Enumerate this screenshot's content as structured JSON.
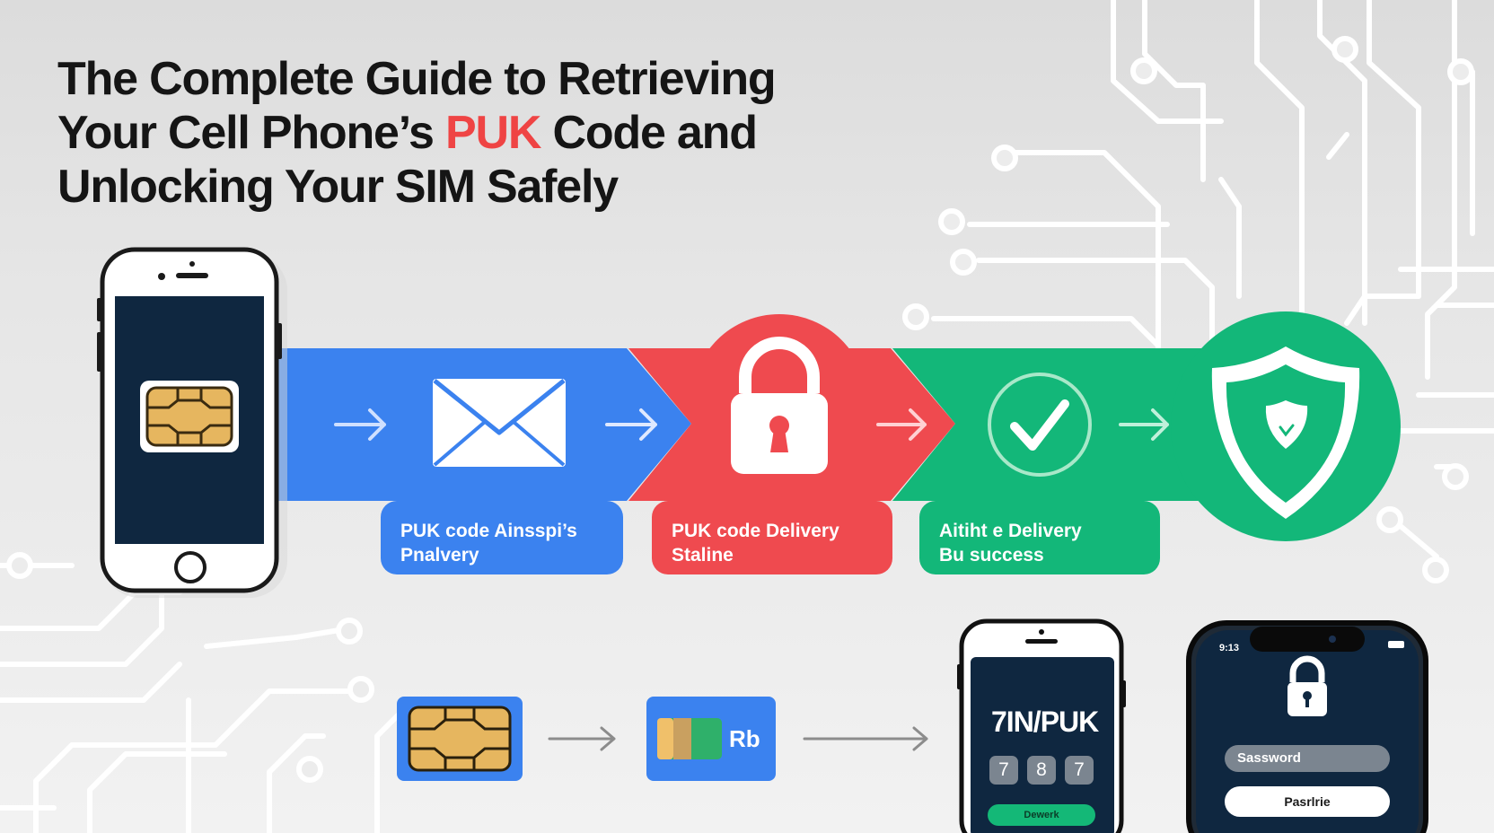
{
  "title": {
    "line1": "The Complete Guide to Retrieving",
    "line2_pre": "Your Cell Phone’s ",
    "line2_highlight": "PUK",
    "line2_post": " Code and",
    "line3": "Unlocking Your SIM Safely"
  },
  "steps": [
    {
      "line1": "PUK code Ainsspi’s",
      "line2": "Pnalvery"
    },
    {
      "line1": "PUK code Delivery",
      "line2": "Staline"
    },
    {
      "line1": "Aitiht e Delivery",
      "line2": "Bu success"
    }
  ],
  "card_label": "Rb",
  "pin_phone": {
    "title": "7IN/PUK",
    "keys": [
      "7",
      "8",
      "7"
    ],
    "button": "Dewerk"
  },
  "lock_phone": {
    "time": "9:13",
    "password_placeholder": "Sassword",
    "button": "Pasrlrie"
  },
  "icons": [
    "sim-chip-icon",
    "envelope-icon",
    "padlock-icon",
    "check-circle-icon",
    "shield-icon",
    "arrow-right-icon"
  ],
  "colors": {
    "blue": "#3b82ef",
    "red": "#ef4a4f",
    "green": "#13b779",
    "dark": "#0f2740",
    "highlight": "#ef4444"
  }
}
